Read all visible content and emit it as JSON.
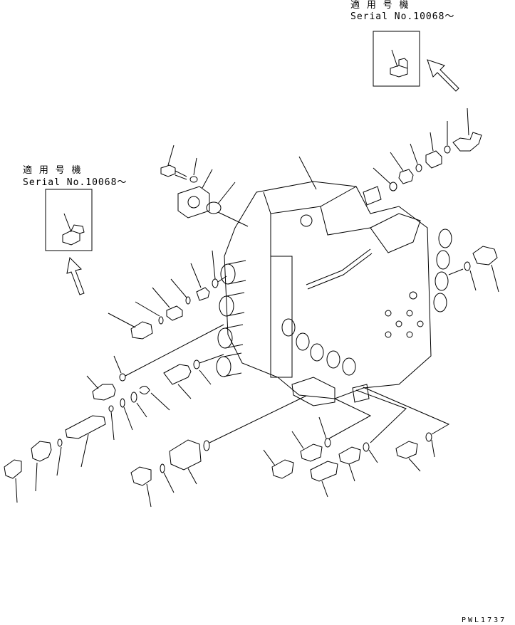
{
  "callouts": [
    {
      "jp": "適 用 号 機",
      "serial": "Serial No.10068～"
    },
    {
      "jp": "適 用 号 機",
      "serial": "Serial No.10068～"
    }
  ],
  "figure_code": "PWL1737"
}
